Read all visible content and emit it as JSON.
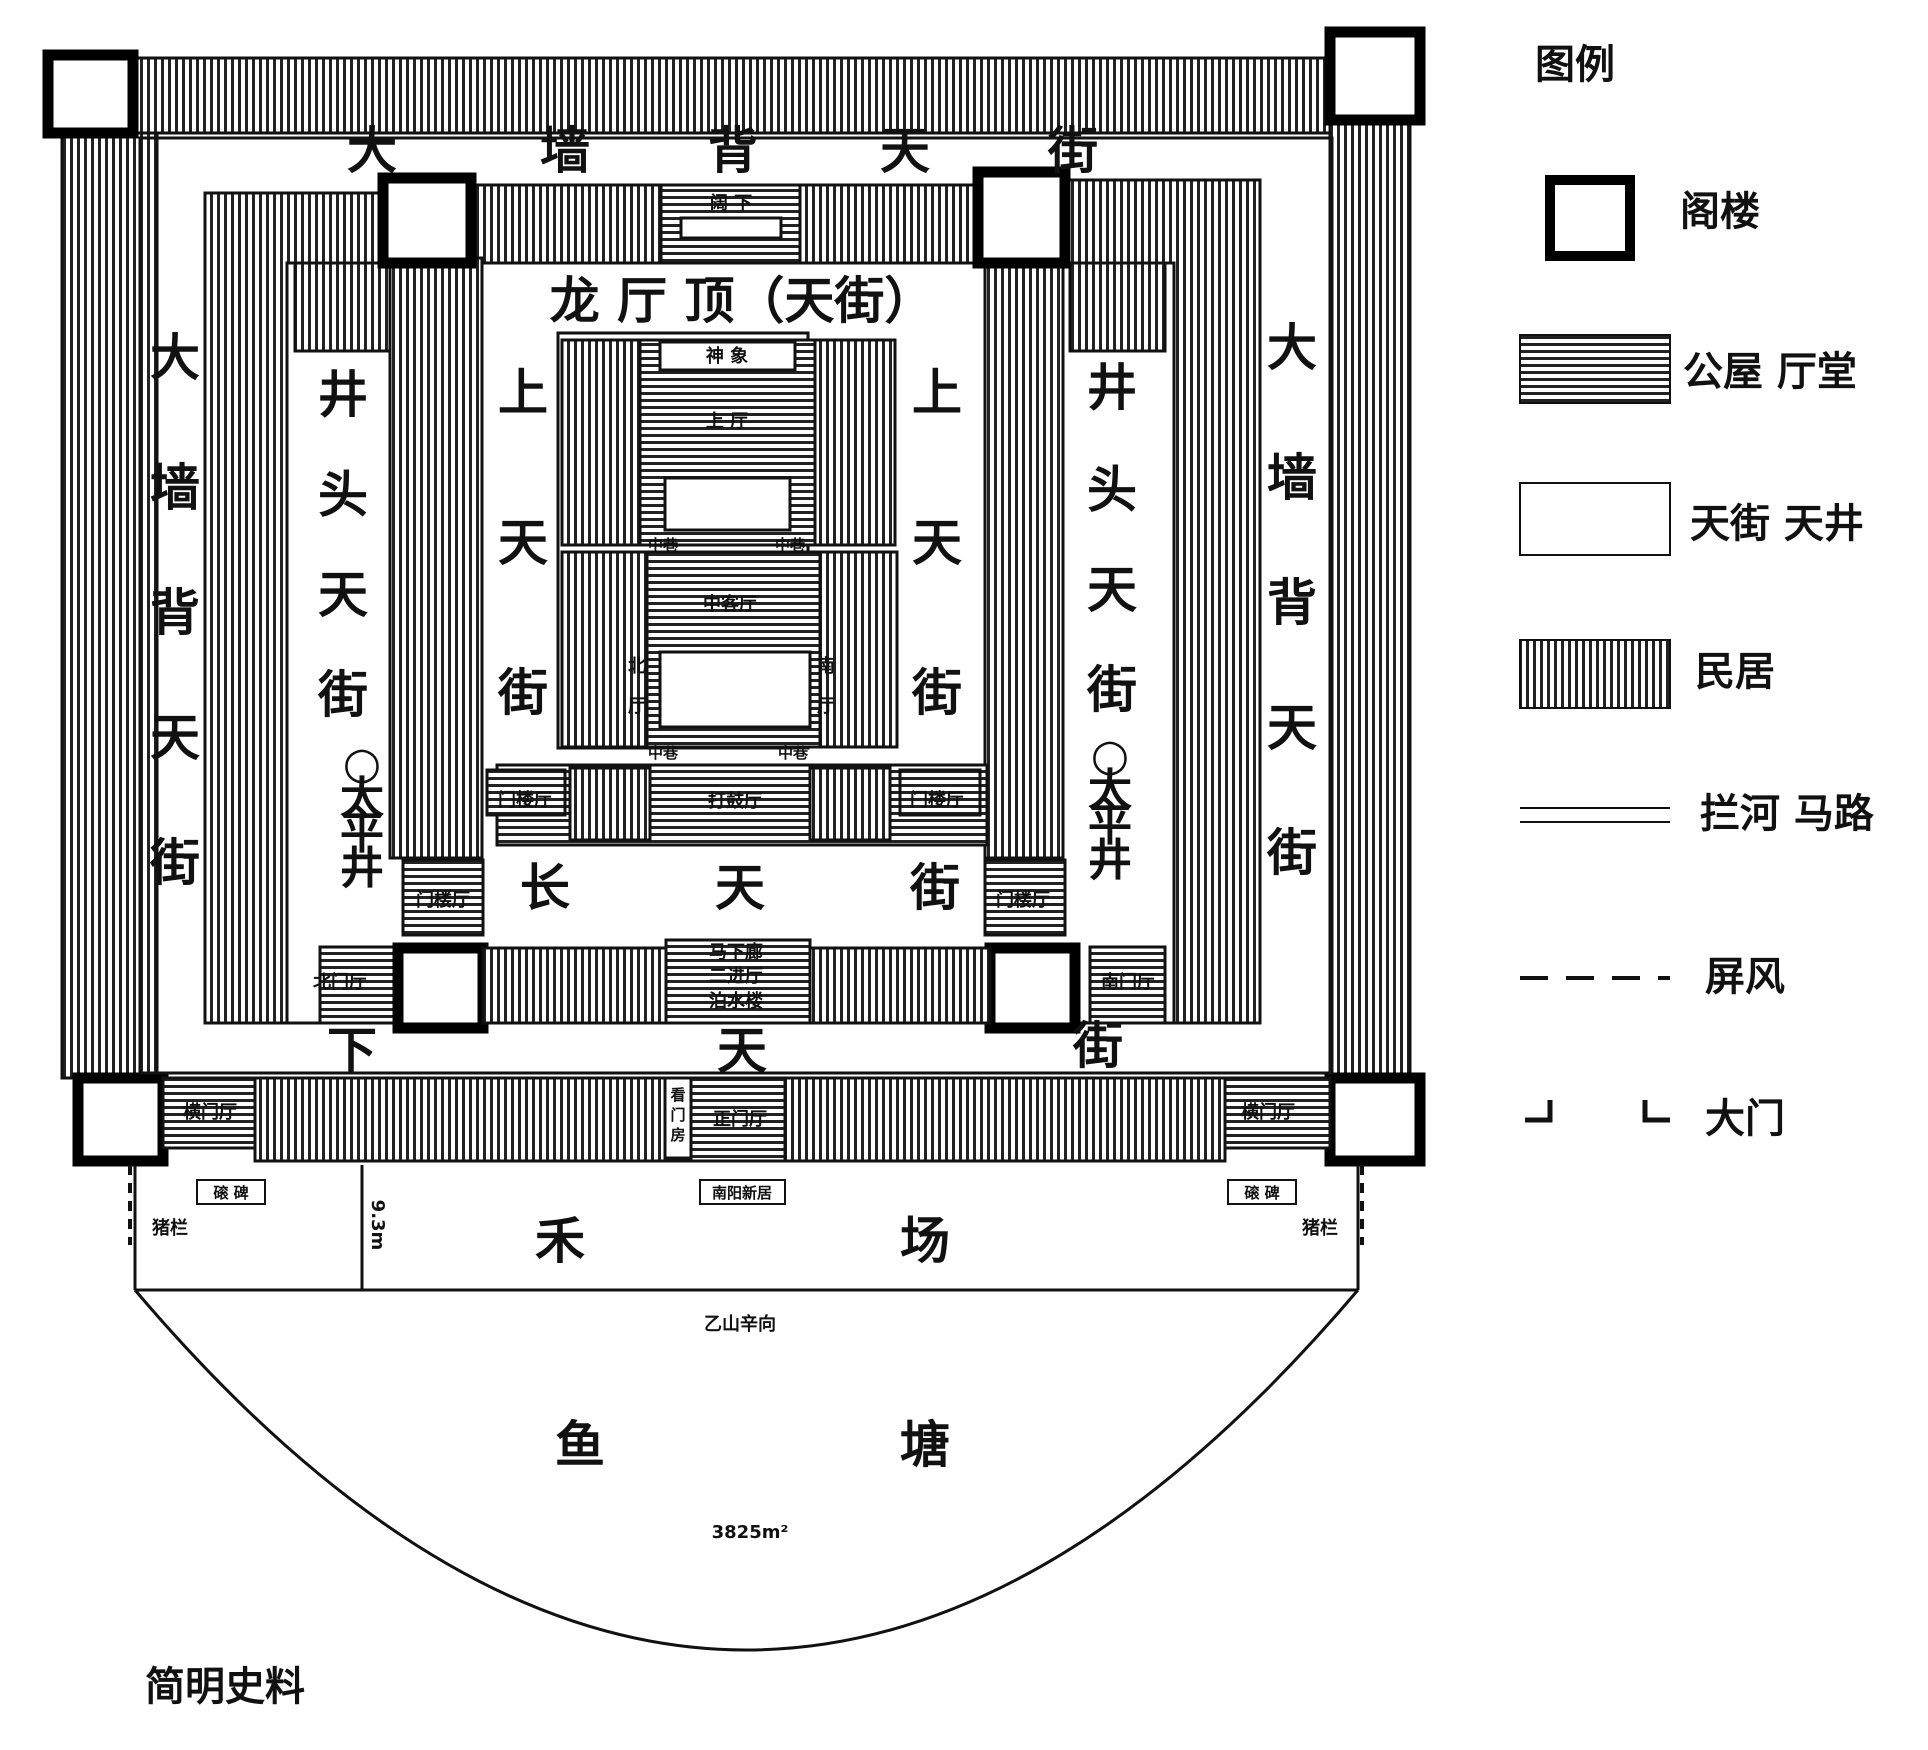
{
  "legend": {
    "title": "图例",
    "items": [
      {
        "key": "pavilion",
        "label": "阁楼"
      },
      {
        "key": "hall",
        "label": "公屋 厅堂"
      },
      {
        "key": "street",
        "label": "天街 天井"
      },
      {
        "key": "dwelling",
        "label": "民居"
      },
      {
        "key": "road",
        "label": "拦河 马路"
      },
      {
        "key": "screen",
        "label": "屏风"
      },
      {
        "key": "gate",
        "label": "大门"
      }
    ]
  },
  "streets": {
    "top_outer": [
      "大",
      "墙",
      "背",
      "天",
      "街"
    ],
    "left_outer": [
      "大",
      "墙",
      "背",
      "天",
      "街"
    ],
    "right_outer": [
      "大",
      "墙",
      "背",
      "天",
      "街"
    ],
    "dragon_hall_top": "龙 厅 顶（天街）",
    "left_well": [
      "井",
      "头",
      "天",
      "街"
    ],
    "right_well": [
      "井",
      "头",
      "天",
      "街"
    ],
    "left_upper": [
      "上",
      "天",
      "街"
    ],
    "right_upper": [
      "上",
      "天",
      "街"
    ],
    "long_street": [
      "长",
      "天",
      "街"
    ],
    "lower_street": [
      "下",
      "天",
      "街"
    ],
    "taiping_well": [
      "○",
      "太",
      "平",
      "井"
    ]
  },
  "rooms": {
    "kuoxia": "阔 下",
    "shenxiang": "神 象",
    "shangting": "上 厅",
    "zhongke": "中客厅",
    "zhongxiang": "中巷",
    "beiting": [
      "北",
      "厅"
    ],
    "nanting": [
      "南",
      "厅"
    ],
    "dagu": "打鼓厅",
    "menlou": "门楼厅",
    "maxialang": "马下廊",
    "erjin": "二进厅",
    "gushui": "泊水楼",
    "beimen": "北门厅",
    "nanmen": "南门厅",
    "hengmen": "横门厅",
    "zhengmen": "正门厅",
    "menfang": [
      "看",
      "门",
      "房"
    ],
    "yuzhai": "磙 碑",
    "nanyang": "南阳新居",
    "pig": "猪栏"
  },
  "outside": {
    "threshing_floor": [
      "禾",
      "场"
    ],
    "distance": "9.3m",
    "orientation": "乙山辛向",
    "fish_pond": [
      "鱼",
      "塘"
    ],
    "pond_area": "3825m²",
    "footer": "简明史料"
  }
}
